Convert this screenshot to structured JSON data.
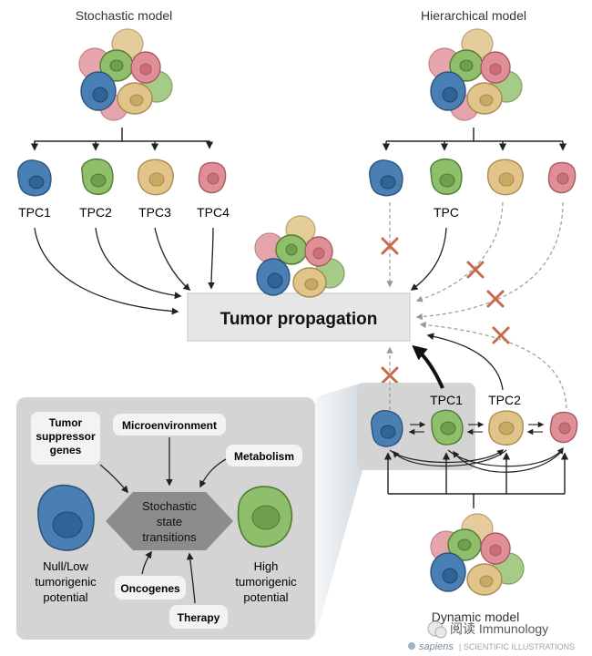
{
  "stochastic": {
    "title": "Stochastic model",
    "cells": [
      "TPC1",
      "TPC2",
      "TPC3",
      "TPC4"
    ]
  },
  "hierarchical": {
    "title": "Hierarchical model",
    "tpc_label": "TPC"
  },
  "center": {
    "label": "Tumor propagation"
  },
  "dynamic": {
    "title": "Dynamic model",
    "tpc1": "TPC1",
    "tpc2": "TPC2"
  },
  "inset": {
    "tumor_suppressor": [
      "Tumor",
      "suppressor",
      "genes"
    ],
    "microenvironment": "Microenvironment",
    "metabolism": "Metabolism",
    "oncogenes": "Oncogenes",
    "therapy": "Therapy",
    "arrow_text": [
      "Stochastic",
      "state",
      "transitions"
    ],
    "left_cell_text": [
      "Null/Low",
      "tumorigenic",
      "potential"
    ],
    "right_cell_text": [
      "High",
      "tumorigenic",
      "potential"
    ]
  },
  "watermark": {
    "wechat": "阅读 Immunology",
    "credit": "sapiens",
    "credit_sub": "| SCIENTIFIC ILLUSTRATIONS"
  },
  "colors": {
    "blue": "#4a7fb3",
    "green": "#8fbf6a",
    "tan": "#e0c48a",
    "pink": "#e08f96",
    "box": "#e6e6e6",
    "inset": "#d4d4d4",
    "x_mark": "#c86a4a"
  }
}
